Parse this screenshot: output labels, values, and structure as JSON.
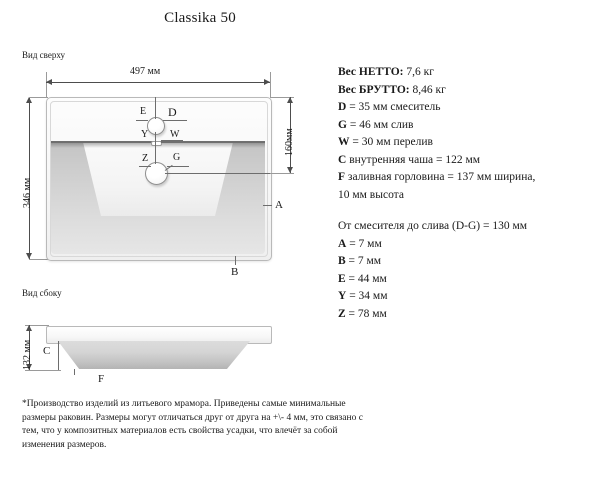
{
  "page": {
    "title": "Classika 50",
    "background_color": "#ffffff"
  },
  "views": {
    "top": {
      "caption": "Вид сверху",
      "width_dim": "497 мм",
      "height_dim": "346 мм",
      "bowl_depth_dim": "160мм",
      "callouts": {
        "e": "E",
        "d": "D",
        "y": "Y",
        "w": "W",
        "z": "Z",
        "g": "G",
        "a": "A",
        "b": "B"
      }
    },
    "side": {
      "caption": "Вид сбоку",
      "height_dim": "132 мм",
      "callouts": {
        "c": "C",
        "f": "F"
      }
    }
  },
  "spec_panel": {
    "lines": [
      {
        "key": "Вес НЕТТО:",
        "value": " 7,6 кг"
      },
      {
        "key": "Вес БРУТТО:",
        "value": " 8,46 кг"
      },
      {
        "key": "D",
        "value": " = 35 мм смеситель"
      },
      {
        "key": "G",
        "value": " = 46 мм слив"
      },
      {
        "key": "W",
        "value": " = 30 мм перелив"
      },
      {
        "key": "C",
        "value": " внутренняя чаша = 122 мм"
      },
      {
        "key": "F",
        "value": " заливная горловина = 137 мм ширина,"
      },
      {
        "key": "",
        "value": "10 мм высота"
      }
    ],
    "lines2": [
      {
        "key": "",
        "value": "От смесителя до слива (D-G) = 130 мм"
      },
      {
        "key": "A",
        "value": " = 7 мм"
      },
      {
        "key": "B",
        "value": " = 7 мм"
      },
      {
        "key": "E",
        "value": " = 44 мм"
      },
      {
        "key": "Y",
        "value": " = 34 мм"
      },
      {
        "key": "Z",
        "value": " = 78 мм"
      }
    ]
  },
  "footnote": {
    "text": "*Производство изделий из литьевого мрамора. Приведены самые минимальные размеры раковин. Размеры могут отличаться друг от друга на +\\- 4 мм, это связано с тем, что у композитных материалов есть свойства усадки, что влечёт за собой изменения размеров."
  }
}
